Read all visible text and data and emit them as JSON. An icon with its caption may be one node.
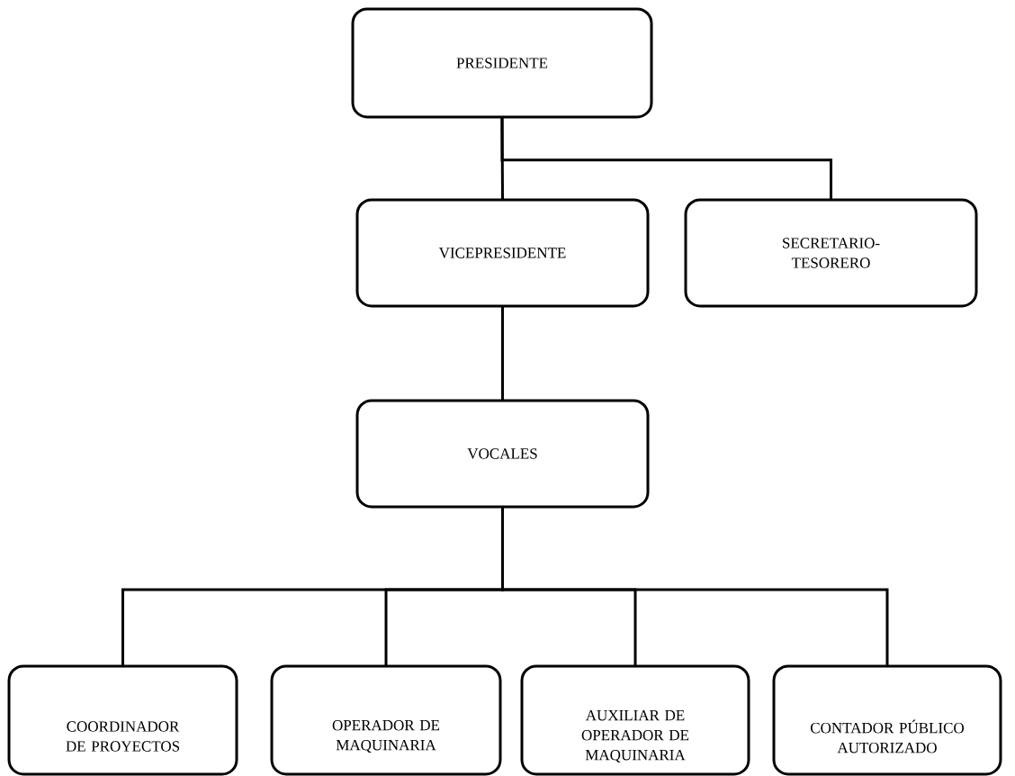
{
  "diagram": {
    "nodes": [
      {
        "text": [
          "PRESIDENTE"
        ]
      },
      {
        "text": [
          "VICEPRESIDENTE"
        ]
      },
      {
        "text": [
          "SECRETARIO- TESORERO"
        ]
      },
      {
        "text": [
          "VOCALES"
        ]
      },
      {
        "text": [
          "COORDINADOR DE PROYECTOS"
        ]
      },
      {
        "text": [
          "OPERADOR DE MAQUINARIA"
        ]
      },
      {
        "text": [
          "AUXILIAR DE OPERADOR DE MAQUINARIA"
        ]
      },
      {
        "text": [
          "CONTADOR PÚBLICO AUTORIZADO"
        ]
      }
    ],
    "edges": [
      {
        "from": 0,
        "to": 1,
        "arrow": "none"
      },
      {
        "from": 0,
        "to": 2,
        "arrow": "none"
      },
      {
        "from": 1,
        "to": 3,
        "arrow": "none"
      },
      {
        "from": 3,
        "to": 4,
        "arrow": "none"
      },
      {
        "from": 3,
        "to": 5,
        "arrow": "none"
      },
      {
        "from": 3,
        "to": 6,
        "arrow": "none"
      },
      {
        "from": 3,
        "to": 7,
        "arrow": "none"
      }
    ]
  }
}
